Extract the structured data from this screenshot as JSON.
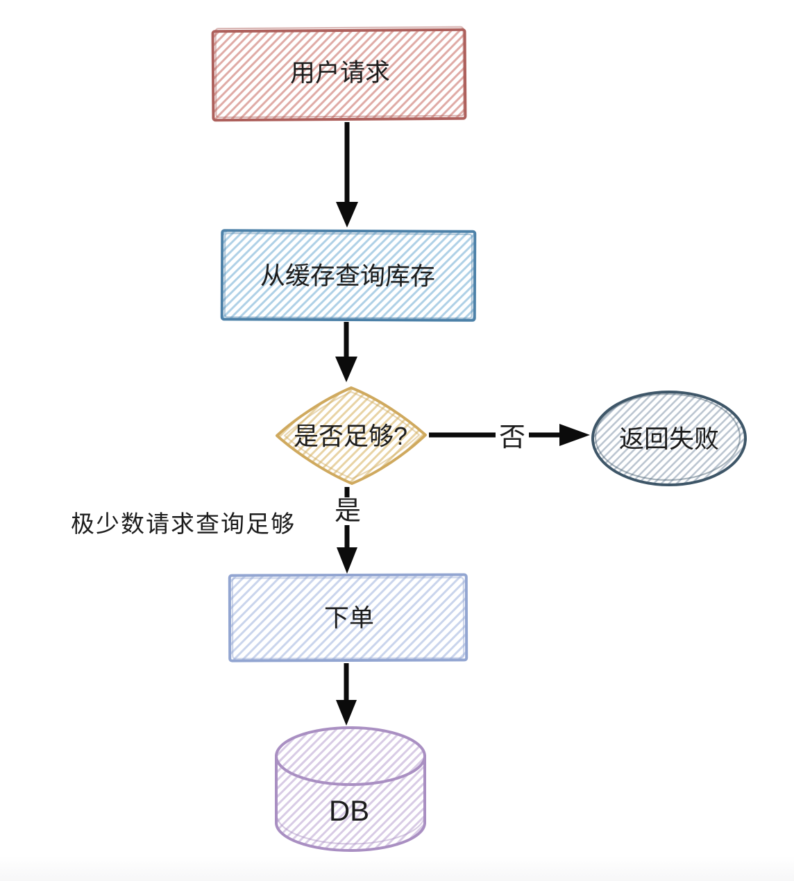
{
  "diagram": {
    "nodes": {
      "user_request": {
        "label": "用户请求"
      },
      "query_cache": {
        "label": "从缓存查询库存"
      },
      "decision": {
        "label": "是否足够?"
      },
      "return_fail": {
        "label": "返回失败"
      },
      "place_order": {
        "label": "下单"
      },
      "db": {
        "label": "DB"
      }
    },
    "edges": {
      "no_label": "否",
      "yes_label": "是"
    },
    "annotation": "极少数请求查询足够",
    "colors": {
      "red_stroke": "#ad605c",
      "red_hatch": "#dfaaa5",
      "blue_stroke": "#4d81a8",
      "blue_hatch": "#aed0e6",
      "gold_stroke": "#cfa95e",
      "gold_hatch": "#e8d3a4",
      "slate_stroke": "#3e5668",
      "slate_hatch": "#bcc6d1",
      "periwinkle_stroke": "#92a5d1",
      "periwinkle_hatch": "#c9d4ec",
      "purple_stroke": "#a98fc2",
      "purple_hatch": "#d8cbe5"
    }
  }
}
